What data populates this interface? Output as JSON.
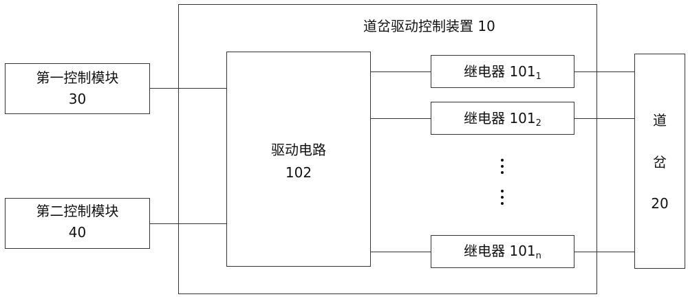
{
  "device": {
    "title": "道岔驱动控制装置 10"
  },
  "control1": {
    "name": "第一控制模块",
    "num": "30"
  },
  "control2": {
    "name": "第二控制模块",
    "num": "40"
  },
  "drive": {
    "name": "驱动电路",
    "num": "102"
  },
  "relays": [
    {
      "label": "继电器 101",
      "sub": "1"
    },
    {
      "label": "继电器 101",
      "sub": "2"
    },
    {
      "label": "继电器 101",
      "sub": "n"
    }
  ],
  "switch": {
    "char1": "道",
    "char2": "岔",
    "num": "20"
  }
}
